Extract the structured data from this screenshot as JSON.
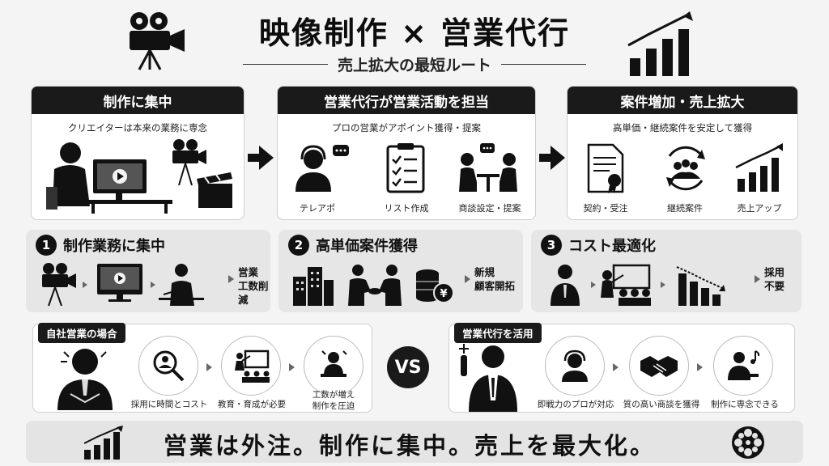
{
  "header": {
    "title": "映像制作 × 営業代行",
    "subtitle": "売上拡大の最短ルート"
  },
  "steps": [
    {
      "title": "制作に集中",
      "desc": "クリエイターは本来の業務に専念",
      "icons": []
    },
    {
      "title": "営業代行が営業活動を担当",
      "desc": "プロの営業がアポイント獲得・提案",
      "icons": [
        "テレアポ",
        "リスト作成",
        "商談設定・提案"
      ]
    },
    {
      "title": "案件増加・売上拡大",
      "desc": "高単価・継続案件を安定して獲得",
      "icons": [
        "契約・受注",
        "継続案件",
        "売上アップ"
      ]
    }
  ],
  "benefits": [
    {
      "num": "1",
      "title": "制作業務に集中",
      "result": [
        "営業",
        "工数削減"
      ]
    },
    {
      "num": "2",
      "title": "高単価案件獲得",
      "result": [
        "新規",
        "顧客開拓"
      ]
    },
    {
      "num": "3",
      "title": "コスト最適化",
      "result": [
        "採用",
        "不要"
      ]
    }
  ],
  "comparison": {
    "left": {
      "tag": "自社営業の場合",
      "items": [
        "採用に時間とコスト",
        "教育・育成が必要",
        "工数が増え\n制作を圧迫"
      ]
    },
    "vs": "VS",
    "right": {
      "tag": "営業代行を活用",
      "items": [
        "即戦力のプロが対応",
        "質の高い商談を獲得",
        "制作に専念できる"
      ]
    }
  },
  "footer": {
    "slogan": "営業は外注。制作に集中。売上を最大化。"
  },
  "colors": {
    "dark": "#1a1a1a",
    "panel": "#ffffff",
    "band": "#e6e6e6",
    "background": "#f4f4f4"
  }
}
